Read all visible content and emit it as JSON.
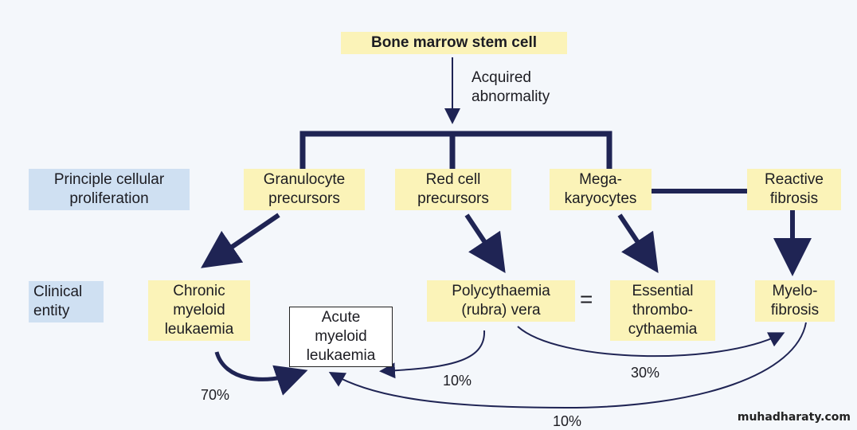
{
  "title": "Bone marrow stem cell",
  "acquired": [
    "Acquired",
    "abnormality"
  ],
  "row_labels": {
    "proliferation": [
      "Principle cellular",
      "proliferation"
    ],
    "clinical": [
      "Clinical",
      "entity"
    ]
  },
  "proliferation": {
    "granulocyte": [
      "Granulocyte",
      "precursors"
    ],
    "red_cell": [
      "Red cell",
      "precursors"
    ],
    "megakaryocytes": [
      "Mega-",
      "karyocytes"
    ],
    "reactive": [
      "Reactive",
      "fibrosis"
    ]
  },
  "clinical": {
    "cml": [
      "Chronic",
      "myeloid",
      "leukaemia"
    ],
    "aml": [
      "Acute",
      "myeloid",
      "leukaemia"
    ],
    "pv": [
      "Polycythaemia",
      "(rubra) vera"
    ],
    "equals": "=",
    "et": [
      "Essential",
      "thrombo-",
      "cythaemia"
    ],
    "mf": [
      "Myelo-",
      "fibrosis"
    ]
  },
  "transitions": {
    "cml_to_aml": "70%",
    "pv_to_aml": "10%",
    "pv_to_mf": "30%",
    "mf_to_aml": "10%"
  },
  "watermark": "muhadharaty.com",
  "colors": {
    "arrow": "#1f2454",
    "highlight_yellow": "#fbf3b8",
    "highlight_blue": "#cfe0f2"
  }
}
